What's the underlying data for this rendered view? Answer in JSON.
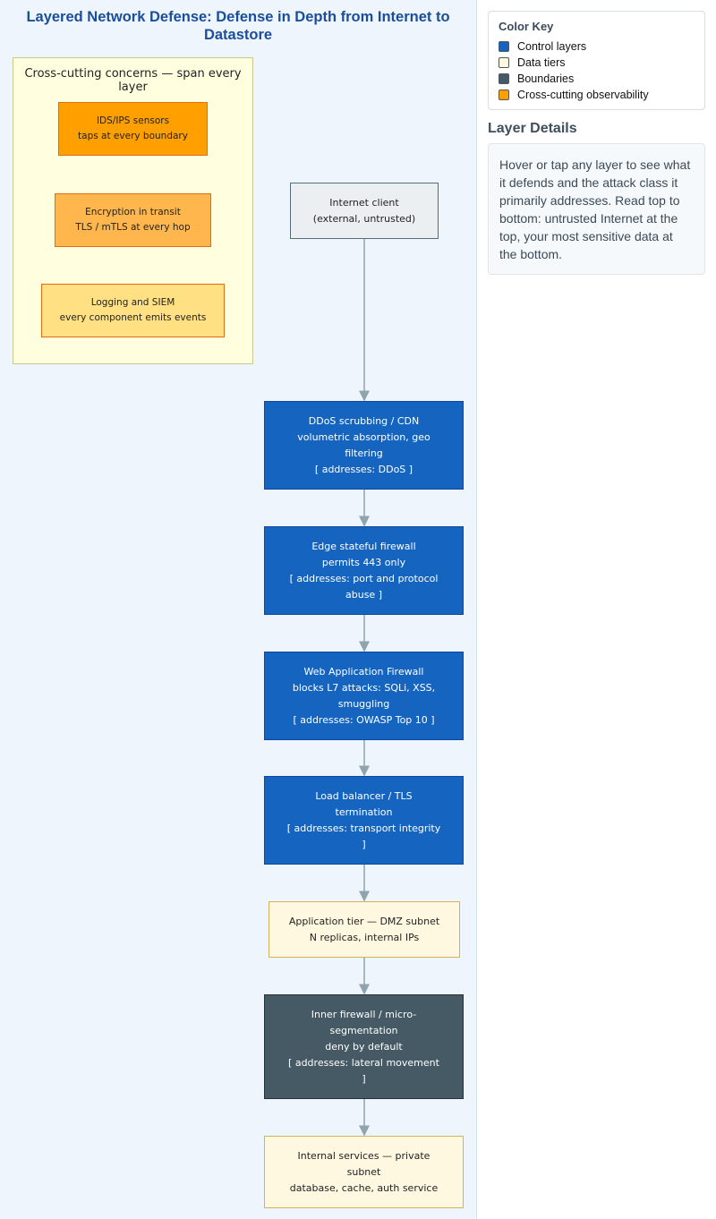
{
  "title": "Layered Network Defense: Defense in Depth from Internet to Datastore",
  "crosscut": {
    "title": "Cross-cutting concerns — span every layer",
    "items": [
      {
        "lines": [
          "IDS/IPS sensors",
          "taps at every boundary"
        ]
      },
      {
        "lines": [
          "Encryption in transit",
          "TLS / mTLS at every hop"
        ]
      },
      {
        "lines": [
          "Logging and SIEM",
          "every component emits events"
        ]
      }
    ]
  },
  "layers": [
    {
      "kind": "client",
      "lines": [
        "Internet client",
        "(external, untrusted)"
      ]
    },
    {
      "kind": "control",
      "lines": [
        "DDoS scrubbing / CDN",
        "volumetric absorption, geo",
        "filtering",
        "[ addresses: DDoS ]"
      ]
    },
    {
      "kind": "control",
      "lines": [
        "Edge stateful firewall",
        "permits 443 only",
        "[ addresses: port and protocol",
        "abuse ]"
      ]
    },
    {
      "kind": "control",
      "lines": [
        "Web Application Firewall",
        "blocks L7 attacks: SQLi, XSS,",
        "smuggling",
        "[ addresses: OWASP Top 10 ]"
      ]
    },
    {
      "kind": "control",
      "lines": [
        "Load balancer / TLS",
        "termination",
        "[ addresses: transport integrity",
        "]"
      ]
    },
    {
      "kind": "data",
      "lines": [
        "Application tier — DMZ subnet",
        "N replicas, internal IPs"
      ]
    },
    {
      "kind": "boundary",
      "lines": [
        "Inner firewall / micro-",
        "segmentation",
        "deny by default",
        "[ addresses: lateral movement",
        "]"
      ]
    },
    {
      "kind": "data",
      "lines": [
        "Internal services — private",
        "subnet",
        "database, cache, auth service"
      ]
    }
  ],
  "legend": {
    "title": "Color Key",
    "items": [
      {
        "label": "Control layers",
        "color": "#1565c0"
      },
      {
        "label": "Data tiers",
        "color": "#fff8e1"
      },
      {
        "label": "Boundaries",
        "color": "#455a64"
      },
      {
        "label": "Cross-cutting observability",
        "color": "#ff9f00"
      }
    ]
  },
  "details": {
    "title": "Layer Details",
    "text": "Hover or tap any layer to see what it defends and the attack class it primarily addresses. Read top to bottom: untrusted Internet at the top, your most sensitive data at the bottom."
  },
  "colors": {
    "edge": "#90a4ae",
    "control": "#1565c0",
    "data": "#fff8e1",
    "boundary": "#455a64",
    "client": "#eceff1"
  }
}
